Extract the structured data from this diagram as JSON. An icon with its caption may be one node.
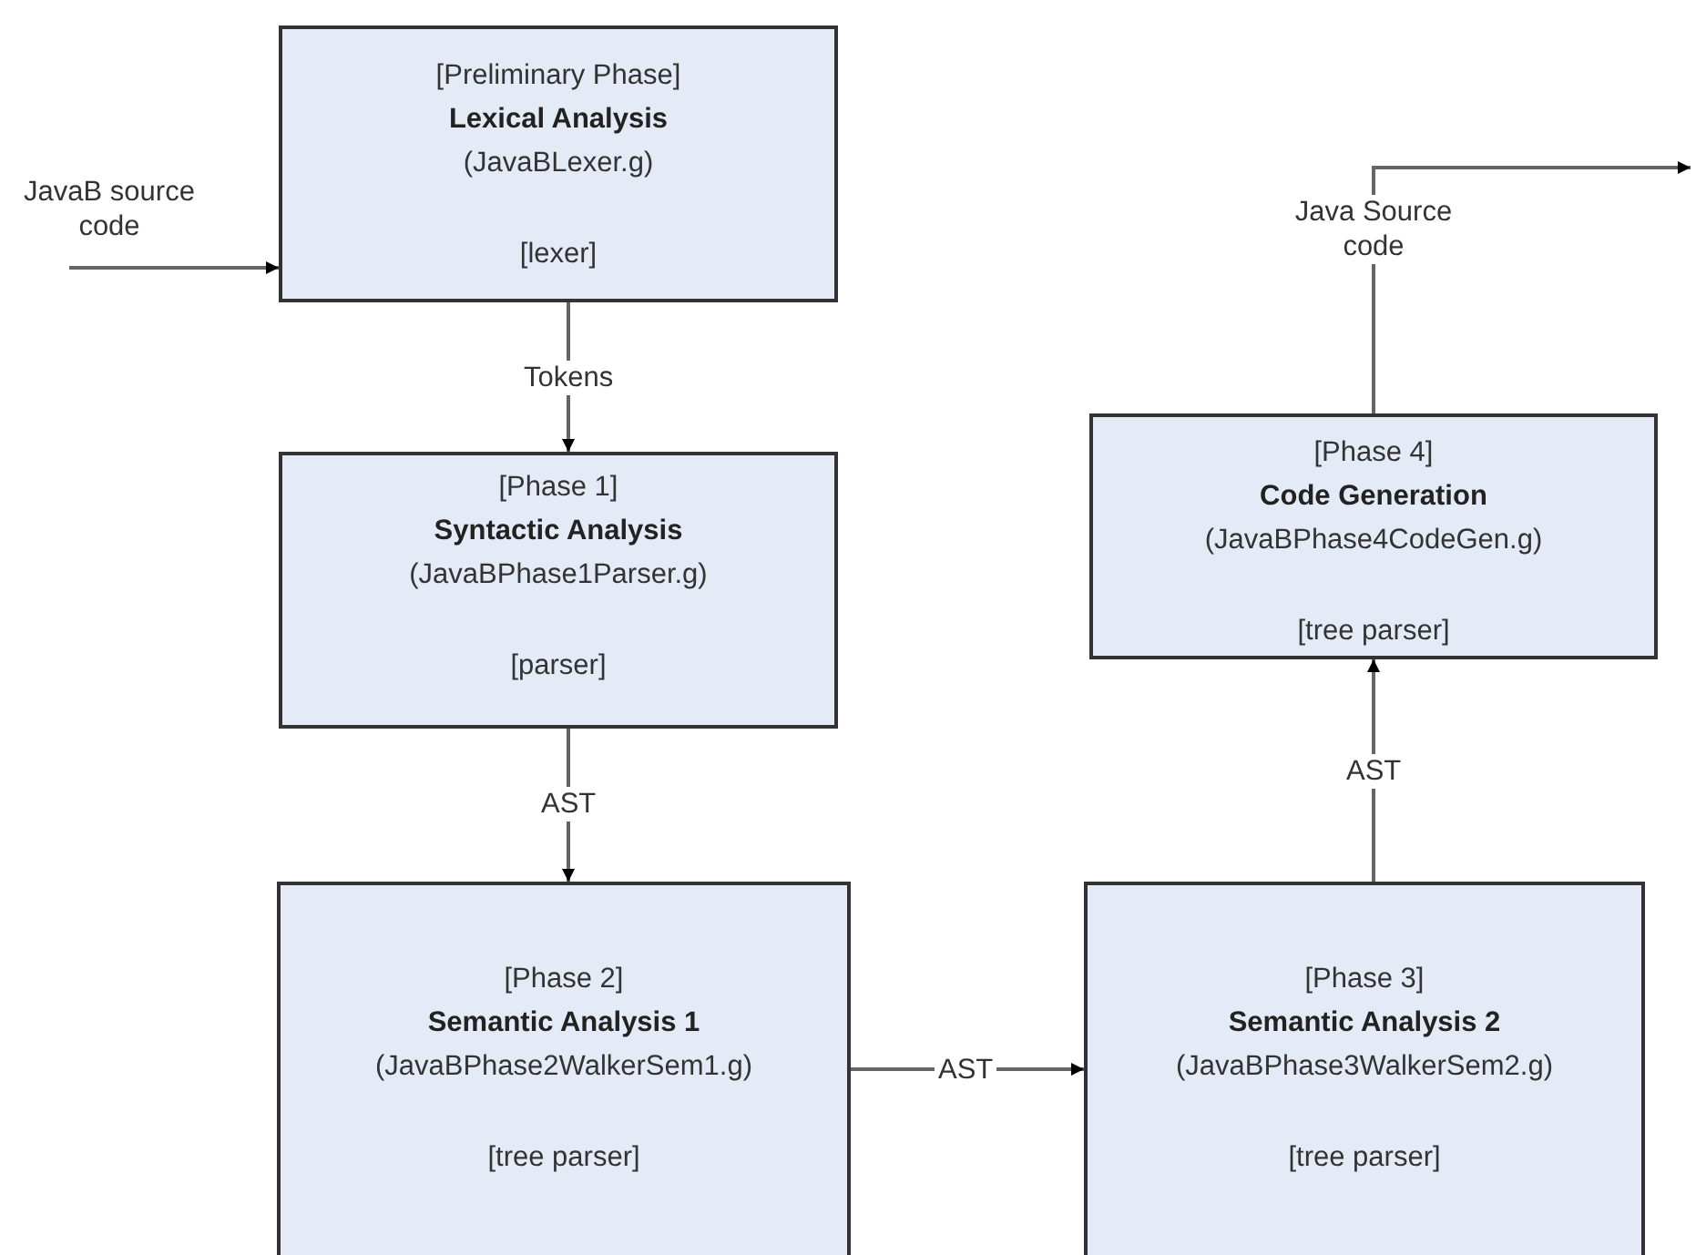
{
  "diagram": {
    "nodes": [
      {
        "text": [
          "[Preliminary Phase]",
          "Lexical Analysis",
          "(JavaBLexer.g)",
          "[lexer]"
        ]
      },
      {
        "text": [
          "[Phase 1]",
          "Syntactic Analysis",
          "(JavaBPhase1Parser.g)",
          "[parser]"
        ]
      },
      {
        "text": [
          "[Phase 2]",
          "Semantic Analysis 1",
          "(JavaBPhase2WalkerSem1.g)",
          "[tree parser]"
        ]
      },
      {
        "text": [
          "[Phase 3]",
          "Semantic Analysis 2",
          "(JavaBPhase3WalkerSem2.g)",
          "[tree parser]"
        ]
      },
      {
        "text": [
          "[Phase 4]",
          "Code Generation",
          "(JavaBPhase4CodeGen.g)",
          "[tree parser]"
        ]
      }
    ],
    "edges": [
      {
        "from": null,
        "to": 0,
        "arrow": "to",
        "label": "JavaB source code"
      },
      {
        "from": 0,
        "to": 1,
        "arrow": "to",
        "label": "Tokens"
      },
      {
        "from": 1,
        "to": 2,
        "arrow": "to",
        "label": "AST"
      },
      {
        "from": 2,
        "to": 3,
        "arrow": "to",
        "label": "AST"
      },
      {
        "from": 3,
        "to": 4,
        "arrow": "to",
        "label": "AST"
      },
      {
        "from": 4,
        "to": null,
        "arrow": "to",
        "label": "Java Source code"
      }
    ]
  }
}
